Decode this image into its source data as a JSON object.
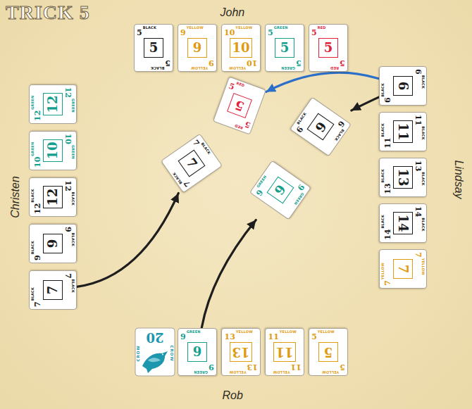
{
  "diagram": {
    "title": "TRICK 5",
    "nodes": [
      {
        "text": [
          "5",
          "BLACK",
          "5",
          "5",
          "BLACK"
        ]
      },
      {
        "text": [
          "9",
          "YELLOW",
          "9",
          "9",
          "YELLOW"
        ]
      },
      {
        "text": [
          "10",
          "YELLOW",
          "10",
          "10",
          "YELLOW"
        ]
      },
      {
        "text": [
          "5",
          "GREEN",
          "5",
          "5",
          "GREEN"
        ]
      },
      {
        "text": [
          "5",
          "RED",
          "5",
          "5",
          "RED"
        ]
      },
      {
        "text": [
          "12",
          "GREEN",
          "12",
          "12",
          "GREEN"
        ]
      },
      {
        "text": [
          "10",
          "GREEN",
          "10",
          "10",
          "GREEN"
        ]
      },
      {
        "text": [
          "12",
          "BLACK",
          "12",
          "12",
          "BLACK"
        ]
      },
      {
        "text": [
          "9",
          "BLACK",
          "9",
          "9",
          "BLACK"
        ]
      },
      {
        "text": [
          "7",
          "BLACK",
          "7",
          "7",
          "BLACK"
        ]
      },
      {
        "text": [
          "5",
          "RED",
          "5",
          "5",
          "RED"
        ]
      },
      {
        "text": [
          "6",
          "BLACK",
          "6",
          "6",
          "BLACK"
        ]
      },
      {
        "text": [
          "7",
          "BLACK",
          "7",
          "7",
          "BLACK"
        ]
      },
      {
        "text": [
          "9",
          "GREEN",
          "9",
          "9",
          "GREEN"
        ]
      },
      {
        "text": [
          "6",
          "BLACK",
          "6",
          "6",
          "BLACK"
        ]
      },
      {
        "text": [
          "11",
          "BLACK",
          "11",
          "11",
          "BLACK"
        ]
      },
      {
        "text": [
          "13",
          "BLACK",
          "13",
          "13",
          "BLACK"
        ]
      },
      {
        "text": [
          "14",
          "BLACK",
          "14",
          "14",
          "BLACK"
        ]
      },
      {
        "text": [
          "7",
          "YELLOW",
          "7",
          "7",
          "YELLOW"
        ]
      },
      {
        "text": [
          "20",
          "CROW",
          "CROW"
        ]
      },
      {
        "text": [
          "9",
          "GREEN",
          "9",
          "9",
          "GREEN"
        ]
      },
      {
        "text": [
          "13",
          "YELLOW",
          "13",
          "13",
          "YELLOW"
        ]
      },
      {
        "text": [
          "11",
          "YELLOW",
          "11",
          "11",
          "YELLOW"
        ]
      },
      {
        "text": [
          "5",
          "YELLOW",
          "5",
          "5",
          "YELLOW"
        ]
      }
    ],
    "edges": [
      {
        "from": 14,
        "to": 11,
        "arrow": "to"
      },
      {
        "from": 9,
        "to": 12,
        "arrow": "to"
      },
      {
        "from": 20,
        "to": 13,
        "arrow": "to"
      },
      {
        "from": 14,
        "to": 10,
        "arrow": "to"
      }
    ],
    "labels": [
      "John",
      "Christen",
      "Lindsay",
      "Rob"
    ]
  }
}
